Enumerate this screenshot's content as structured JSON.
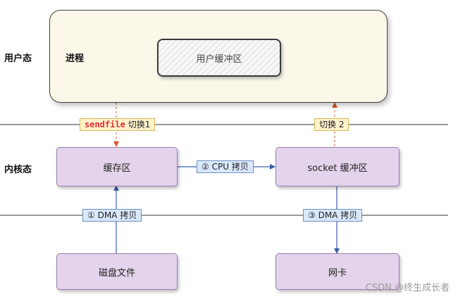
{
  "layers": {
    "user_mode": "用户态",
    "process": "进程",
    "kernel_mode": "内核态"
  },
  "boxes": {
    "user_buffer": "用户缓冲区",
    "page_cache": "缓存区",
    "socket_buffer": "socket 缓冲区",
    "disk_file": "磁盘文件",
    "nic": "网卡"
  },
  "steps": {
    "switch1_keyword": "sendfile",
    "switch1_text": "切换1",
    "switch2": "切换 2",
    "cpu_copy": "② CPU 拷贝",
    "dma_copy_1": "① DMA 拷贝",
    "dma_copy_3": "③ DMA 拷贝"
  },
  "watermark": "CSDN @终生成长者",
  "colors": {
    "kernel_box": "#e3d3eb",
    "user_space": "#fbf8ea",
    "switch_tag": "#fff2cc",
    "copy_tag": "#dae8fc",
    "arrow_blue": "#3a5ea8",
    "arrow_red": "#d0582a",
    "sendfile_red": "#e32f2f"
  }
}
